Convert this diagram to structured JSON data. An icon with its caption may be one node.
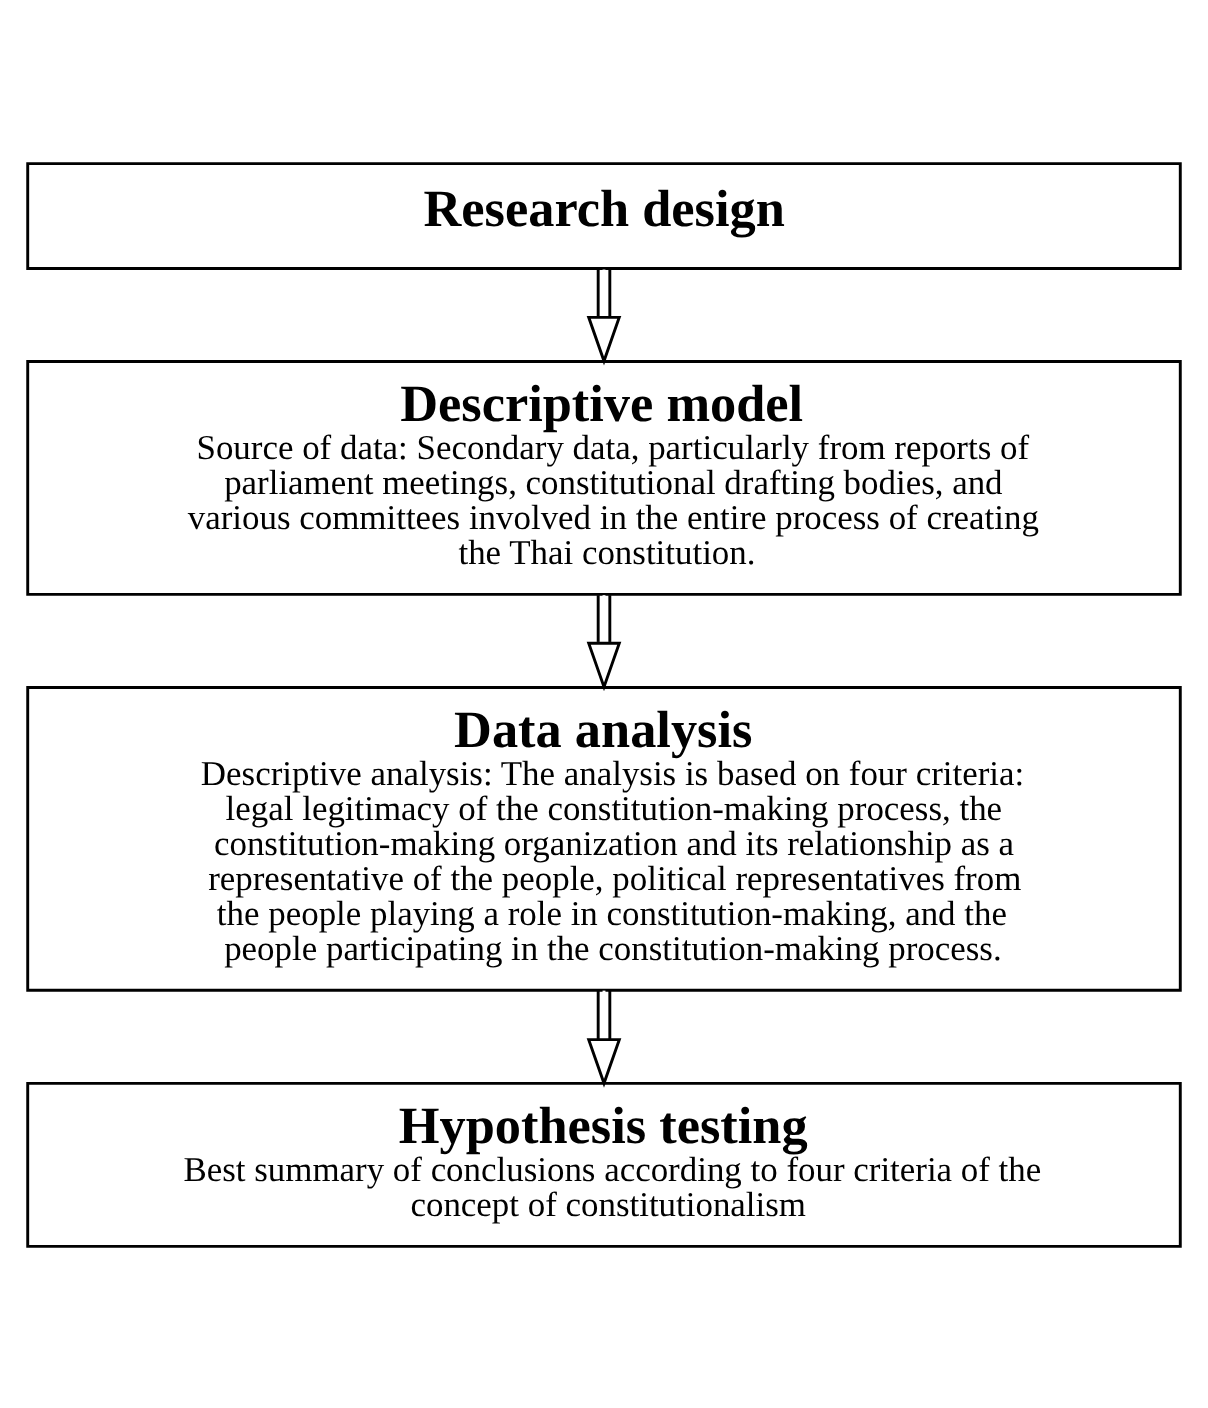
{
  "diagram": {
    "nodes": [
      {
        "text": [
          "Research design"
        ]
      },
      {
        "text": [
          "Descriptive model",
          "Source of data: Secondary data, particularly from reports of parliament meetings, constitutional drafting bodies, and various committees involved in the entire process of creating the Thai constitution."
        ]
      },
      {
        "text": [
          "Data analysis",
          "Descriptive analysis: The analysis is based on four criteria: legal legitimacy of the constitution-making process, the constitution-making organization and its relationship as a representative of the people, political representatives from the people playing a role in constitution-making, and the people participating in the constitution-making process."
        ]
      },
      {
        "text": [
          "Hypothesis testing",
          "Best summary of conclusions according to four criteria of the concept of constitutionalism"
        ]
      }
    ],
    "edges": [
      {
        "from": 0,
        "to": 1,
        "arrow": "to"
      },
      {
        "from": 1,
        "to": 2,
        "arrow": "to"
      },
      {
        "from": 2,
        "to": 3,
        "arrow": "to"
      }
    ]
  }
}
